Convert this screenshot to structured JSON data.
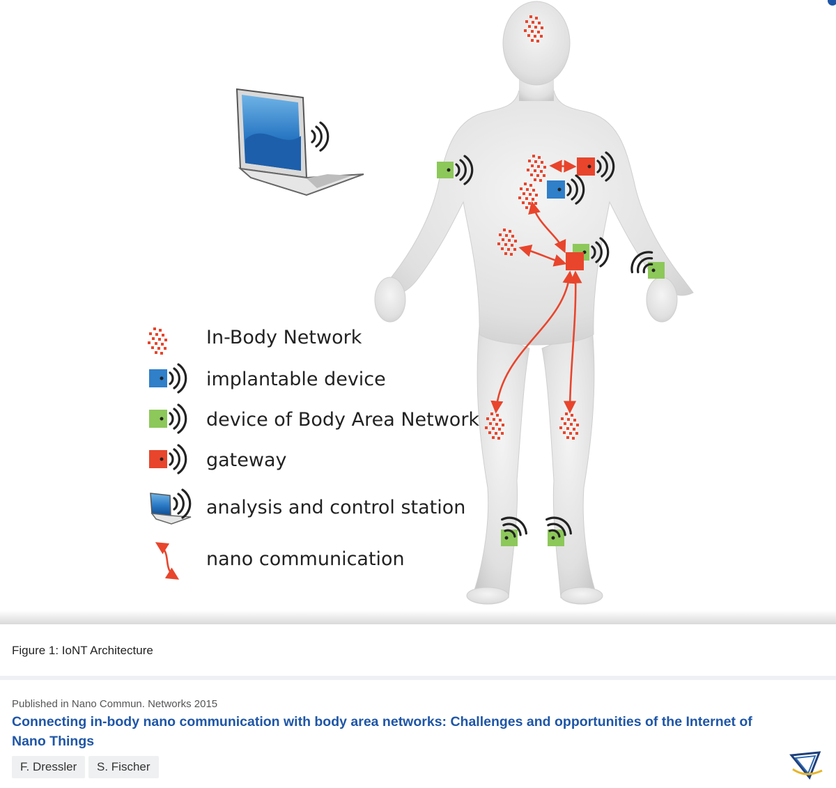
{
  "figure": {
    "legend": [
      {
        "label": "In-Body Network",
        "icon": "in-body-network-icon"
      },
      {
        "label": "implantable device",
        "icon": "implantable-device-icon"
      },
      {
        "label": "device of Body Area Network",
        "icon": "ban-device-icon"
      },
      {
        "label": "gateway",
        "icon": "gateway-icon"
      },
      {
        "label": "analysis and control station",
        "icon": "laptop-icon"
      },
      {
        "label": "nano communication",
        "icon": "double-arrow-icon"
      }
    ],
    "colors": {
      "in_body": "#e8452c",
      "implantable": "#2f7fc9",
      "ban_device": "#8dc85a",
      "gateway": "#e8452c",
      "signal": "#222222"
    },
    "caption": "Figure 1: IoNT Architecture"
  },
  "paper": {
    "published": "Published in Nano Commun. Networks 2015",
    "title": "Connecting in-body nano communication with body area networks: Challenges and opportunities of the Internet of Nano Things",
    "authors": [
      "F. Dressler",
      "S. Fischer"
    ]
  },
  "icons": {
    "brand": "publisher-logo-icon",
    "corner": "corner-badge-icon"
  }
}
